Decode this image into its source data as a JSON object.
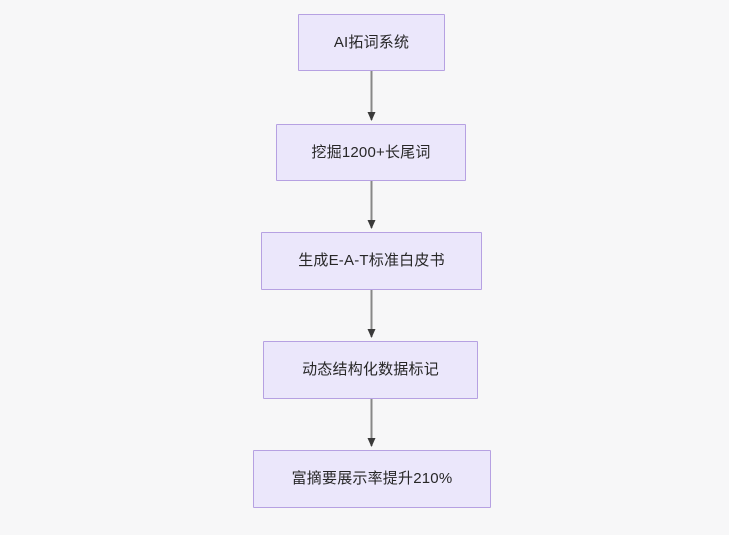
{
  "diagram": {
    "type": "flowchart",
    "direction": "top-down",
    "background_color": "#f7f7f8",
    "node_fill_color": "#ebe7fb",
    "node_border_color": "#b6a1e2",
    "node_text_color": "#272727",
    "edge_color": "#888888",
    "nodes": [
      {
        "id": "n0",
        "label": "AI拓词系统"
      },
      {
        "id": "n1",
        "label": "挖掘1200+长尾词"
      },
      {
        "id": "n2",
        "label": "生成E-A-T标准白皮书"
      },
      {
        "id": "n3",
        "label": "动态结构化数据标记"
      },
      {
        "id": "n4",
        "label": "富摘要展示率提升210%"
      }
    ],
    "edges": [
      {
        "from": "n0",
        "to": "n1",
        "label": ""
      },
      {
        "from": "n1",
        "to": "n2",
        "label": ""
      },
      {
        "from": "n2",
        "to": "n3",
        "label": ""
      },
      {
        "from": "n3",
        "to": "n4",
        "label": ""
      }
    ]
  }
}
